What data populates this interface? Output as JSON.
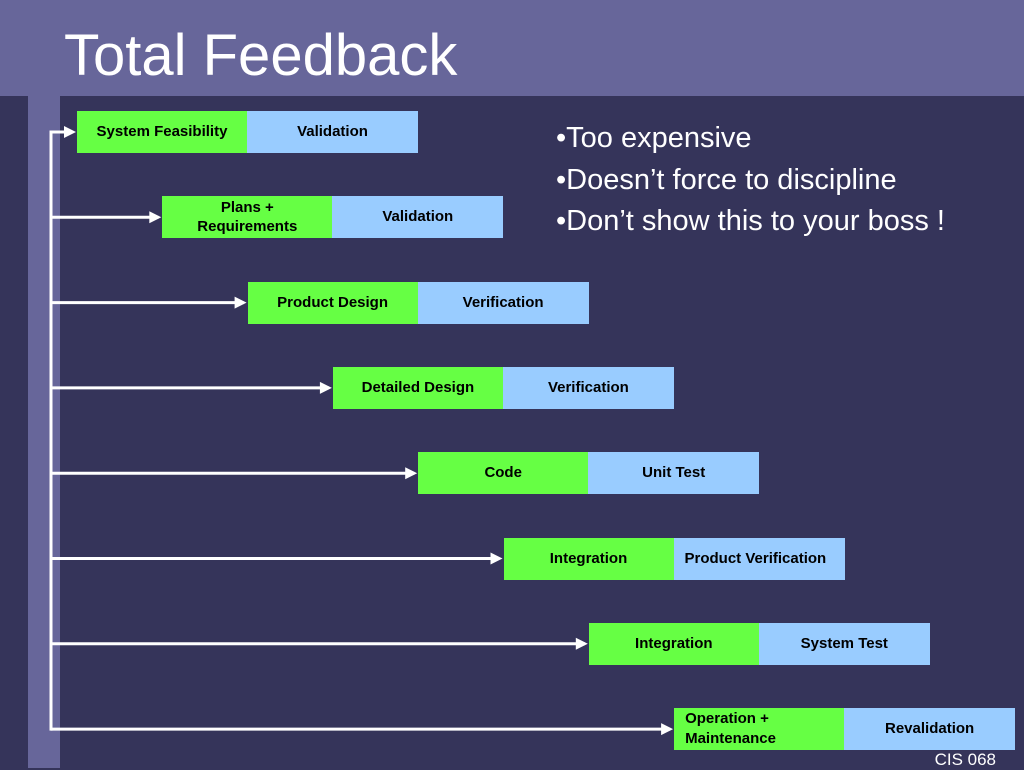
{
  "slide": {
    "title": "Total Feedback",
    "footer": "CIS 068"
  },
  "bullets": [
    "•Too expensive",
    "•Doesn’t force to discipline",
    "•Don’t show this to your boss !"
  ],
  "stages": [
    {
      "phase": "System Feasibility",
      "check": "Validation"
    },
    {
      "phase": "Plans + Requirements",
      "check": "Validation"
    },
    {
      "phase": "Product Design",
      "check": "Verification"
    },
    {
      "phase": "Detailed Design",
      "check": "Verification"
    },
    {
      "phase": "Code",
      "check": "Unit Test"
    },
    {
      "phase": "Integration",
      "check": "Product Verification"
    },
    {
      "phase": "Integration",
      "check": "System Test"
    },
    {
      "phase": "Operation + Maintenance",
      "check": "Revalidation"
    }
  ],
  "colors": {
    "background": "#35345a",
    "band": "#67669a",
    "phase_box": "#66ff44",
    "check_box": "#99ccff",
    "arrow": "#ffffff"
  }
}
